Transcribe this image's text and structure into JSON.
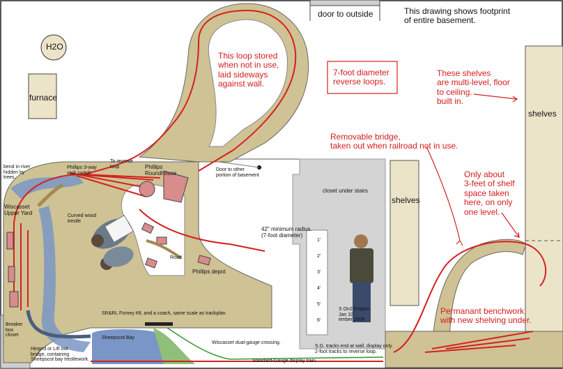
{
  "labels": {
    "door_outside": "door to outside",
    "footprint": "This drawing shows footprint\nof entire basement.",
    "h2o": "H2O",
    "furnace": "furnace",
    "loop_stored": "This loop stored\nwhen not in use,\nlaid sideways\nagainst wall.",
    "reverse_loops": "7-foot diameter\nreverse loops.",
    "shelves_multi": "These shelves\nare multi-level, floor\nto ceiling.\nbuilt in.",
    "shelves_right": "shelves",
    "removable_bridge": "Removable bridge,\ntaken out when railroad not in use.",
    "shelves_mid": "shelves",
    "three_feet": "Only about\n3-feet of shelf\nspace taken\nhere, on only\none level.",
    "permanent": "Permanant benchwork,\nwith new shelving under.",
    "closet_stairs": "closet under stairs",
    "door_other": "Door to other\nportion of basement",
    "min_radius": "42\" minimum radius.\n(7-foot diameter)",
    "phillips_roundhouse": "Phillips\nRoundhouse",
    "to_reverse_loop": "To reverse\nloop",
    "phillips_switch": "Phillips 3-way\nstub switch",
    "bend_river": "bend in river\nhidden by\ntrees.",
    "wiscasset_upper": "Wiscasset\nUpper Yard",
    "curved_trestle": "Curved wood\ntrestle",
    "road": "Road",
    "phillips_depot": "Phillips depot",
    "forney": "SR&RL Forney #9, and a coach, same scale as trackplan.",
    "sheepscot_bay": "Sheepscot Bay",
    "dual_gauge": "Wiscasset dual-gauge crossing.",
    "breaker_box": "Breaker\nbox\ncloset",
    "hinged_bridge": "Hinged or Lift out\nbridge, containing\nSheepscot bay trestlework.",
    "sg_tracks": "S.G. tracks end at wall, display only.\n2-foot tracks to reverse loop.",
    "standard_gauge": "Standard-Gauge display train.",
    "empire_caption": "S  On2 Empire.\n   Jan 10\n  ember 2008"
  },
  "ruler": [
    "1'",
    "2'",
    "3'",
    "4'",
    "5'",
    "6'"
  ],
  "colors": {
    "benchwork": "#cfc294",
    "track": "#d42020",
    "water": "#7a96c6",
    "structure": "#d98c8c",
    "shelf": "#ece4c8",
    "annotation": "#d41c1c"
  }
}
